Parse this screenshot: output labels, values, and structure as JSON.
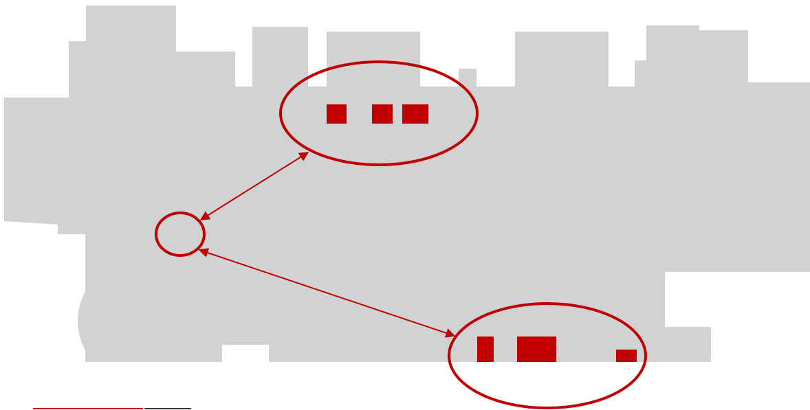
{
  "map": {
    "colors": {
      "floor": "#d1d2d4",
      "accent": "#c00000",
      "scale_dark": "#3a3a3a",
      "background": "#ffffff"
    },
    "regions": [
      {
        "id": "upper-cluster",
        "marker_count": 3
      },
      {
        "id": "origin-point",
        "marker_count": 0
      },
      {
        "id": "lower-cluster",
        "marker_count": 3
      }
    ],
    "connections": [
      {
        "from": "origin-point",
        "to": "upper-cluster",
        "bidirectional": true
      },
      {
        "from": "origin-point",
        "to": "lower-cluster",
        "bidirectional": true
      }
    ]
  }
}
